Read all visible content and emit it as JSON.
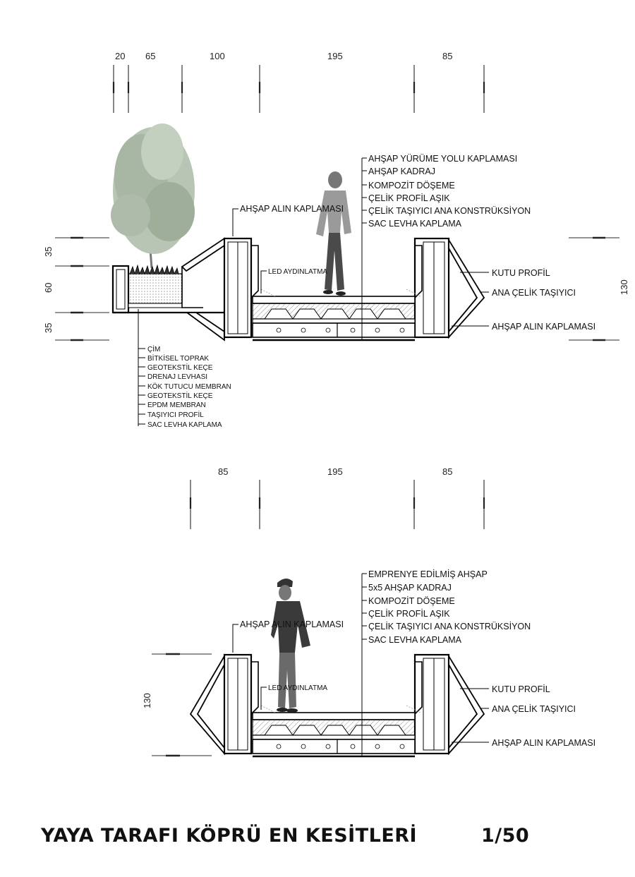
{
  "section_top": {
    "dims_horizontal": [
      "20",
      "65",
      "100",
      "195",
      "85"
    ],
    "dims_vertical": [
      "35",
      "60",
      "35"
    ],
    "dim_right": "130",
    "label_left_top": "AHŞAP ALIN KAPLAMASI",
    "layers_floor": [
      "AHŞAP YÜRÜME YOLU KAPLAMASI",
      "AHŞAP KADRAJ",
      "KOMPOZİT DÖŞEME",
      "ÇELİK PROFİL AŞIK",
      "ÇELİK TAŞIYICI ANA KONSTRÜKSİYON",
      "SAC LEVHA KAPLAMA"
    ],
    "led": "LED AYDINLATMA",
    "right_labels": [
      "KUTU PROFİL",
      "ANA ÇELİK TAŞIYICI",
      "AHŞAP ALIN KAPLAMASI"
    ],
    "planter_layers": [
      "ÇİM",
      "BİTKİSEL TOPRAK",
      "GEOTEKSTİL KEÇE",
      "DRENAJ LEVHASI",
      "KÖK TUTUCU MEMBRAN",
      "GEOTEKSTİL KEÇE",
      "EPDM MEMBRAN",
      "TAŞIYICI PROFİL",
      "SAC LEVHA KAPLAMA"
    ]
  },
  "section_bottom": {
    "dims_horizontal": [
      "85",
      "195",
      "85"
    ],
    "dim_left": "130",
    "label_left_top": "AHŞAP ALIN KAPLAMASI",
    "layers_floor": [
      "EMPRENYE EDİLMİŞ AHŞAP",
      "5x5 AHŞAP KADRAJ",
      "KOMPOZİT DÖŞEME",
      "ÇELİK PROFİL AŞIK",
      "ÇELİK TAŞIYICI ANA KONSTRÜKSİYON",
      "SAC LEVHA KAPLAMA"
    ],
    "led": "LED AYDINLATMA",
    "right_labels": [
      "KUTU PROFİL",
      "ANA ÇELİK TAŞIYICI",
      "AHŞAP ALIN KAPLAMASI"
    ]
  },
  "title": "YAYA TARAFI KÖPRÜ EN KESİTLERİ",
  "scale": "1/50"
}
